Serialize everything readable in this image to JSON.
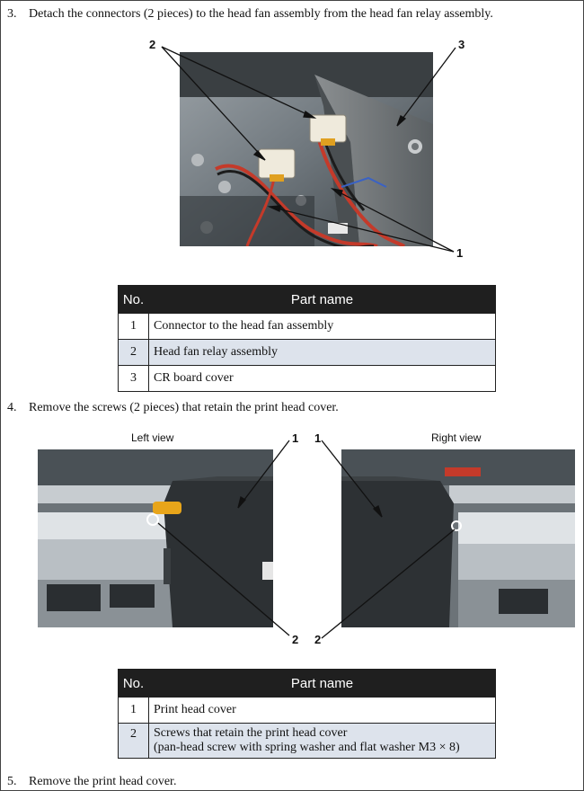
{
  "steps": [
    {
      "number": "3.",
      "text": "Detach the connectors (2 pieces) to the head fan assembly from the head fan relay assembly."
    },
    {
      "number": "4.",
      "text": "Remove the screws (2 pieces) that retain the print head cover."
    },
    {
      "number": "5.",
      "text": "Remove the print head cover."
    }
  ],
  "figure1": {
    "callouts": [
      "2",
      "3",
      "1"
    ]
  },
  "figure2": {
    "left_caption": "Left view",
    "right_caption": "Right view",
    "callouts": [
      "1",
      "1",
      "2",
      "2"
    ]
  },
  "table1": {
    "headers": [
      "No.",
      "Part name"
    ],
    "rows": [
      {
        "no": "1",
        "name": "Connector to the head fan assembly"
      },
      {
        "no": "2",
        "name": "Head fan relay assembly"
      },
      {
        "no": "3",
        "name": "CR board cover"
      }
    ]
  },
  "table2": {
    "headers": [
      "No.",
      "Part name"
    ],
    "rows": [
      {
        "no": "1",
        "name": "Print head cover",
        "name2": ""
      },
      {
        "no": "2",
        "name": "Screws that retain the print head cover",
        "name2": "(pan-head screw with spring washer and flat washer M3 × 8)"
      }
    ]
  }
}
